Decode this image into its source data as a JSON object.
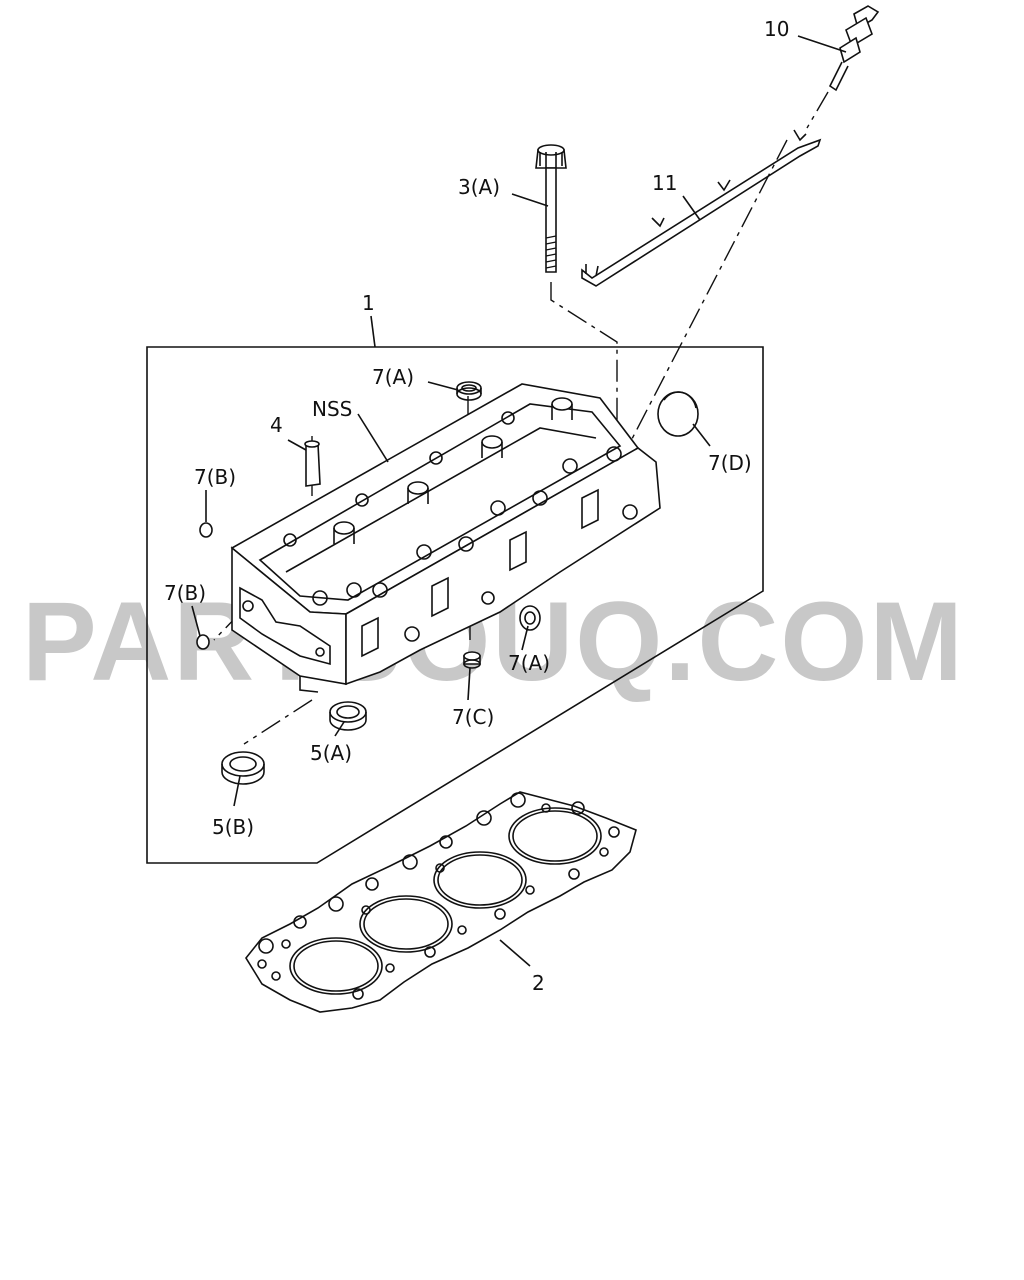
{
  "watermark": "PARTSOUQ.COM",
  "callouts": {
    "c10": "10",
    "c11": "11",
    "c3a": "3(A)",
    "c1": "1",
    "c7a_top": "7(A)",
    "c_nss": "NSS",
    "c4": "4",
    "c7d": "7(D)",
    "c7b_upper": "7(B)",
    "c7b_lower": "7(B)",
    "c7a_lower": "7(A)",
    "c7c": "7(C)",
    "c5a": "5(A)",
    "c5b": "5(B)",
    "c2": "2"
  }
}
